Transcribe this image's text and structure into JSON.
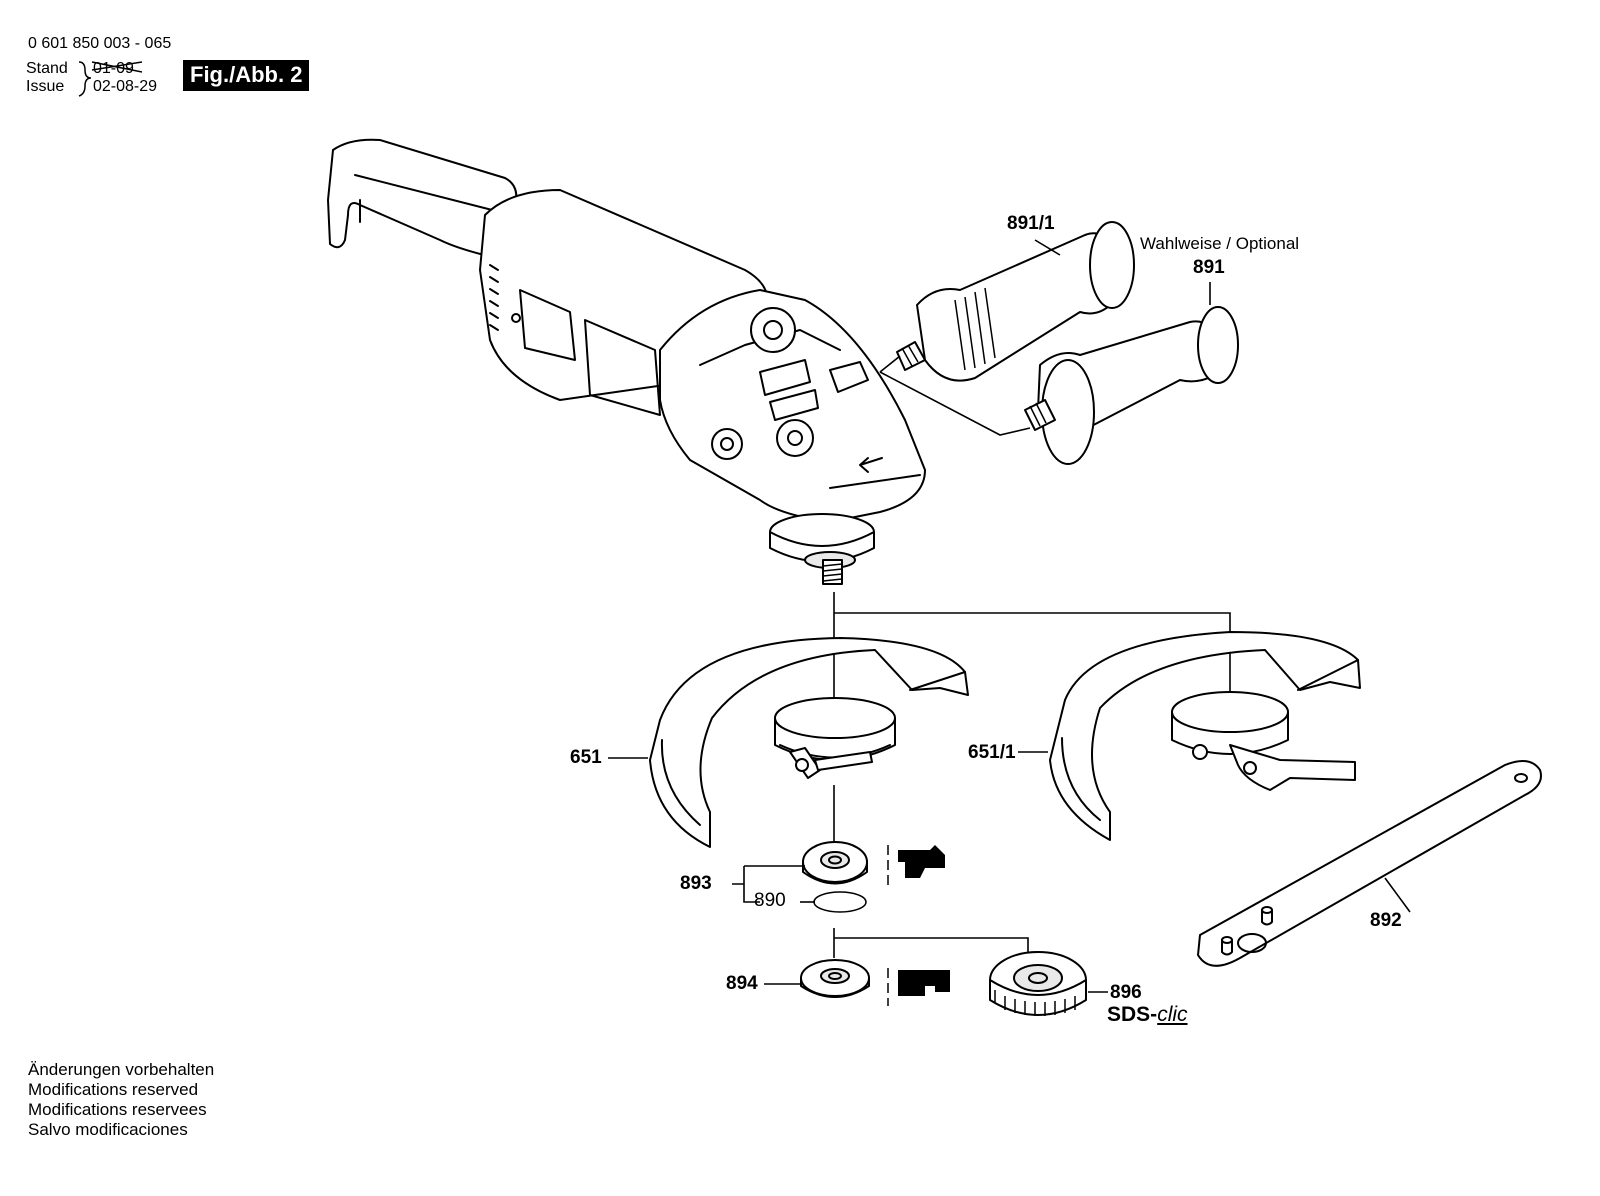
{
  "header": {
    "part_number": "0 601 850 003 - 065",
    "stand_label": "Stand",
    "issue_label": "Issue",
    "stand_date_struck": "01-09",
    "issue_date": "02-08-29",
    "figure_label": "Fig./Abb. 2"
  },
  "callouts": {
    "c891_1": "891/1",
    "optional_note": "Wahlweise / Optional",
    "c891": "891",
    "c651": "651",
    "c651_1": "651/1",
    "c893": "893",
    "c890": "890",
    "c892": "892",
    "c894": "894",
    "c896": "896",
    "sds_prefix": "SDS-",
    "sds_suffix": "clic"
  },
  "footer": {
    "notes": [
      "Änderungen vorbehalten",
      "Modifications reserved",
      "Modifications reservees",
      "Salvo modificaciones"
    ]
  }
}
